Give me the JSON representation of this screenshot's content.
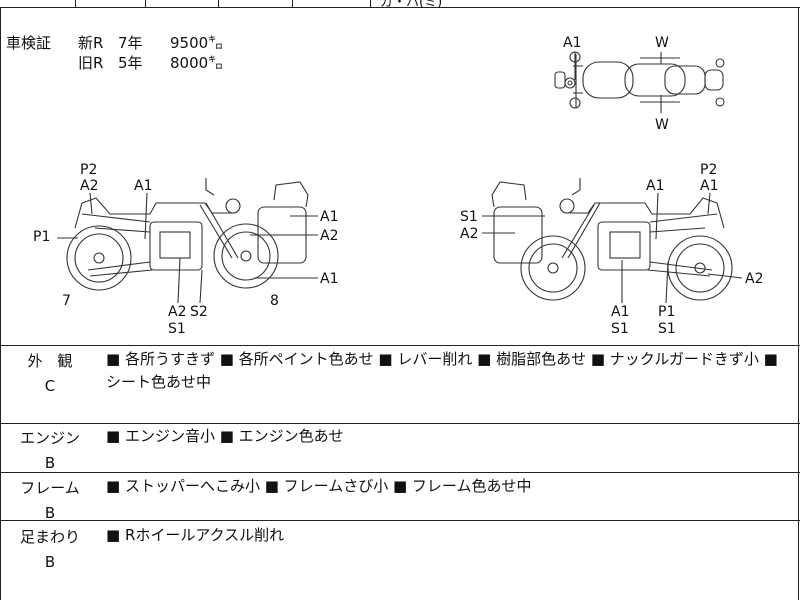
{
  "top_partial_text": "ガ・ハ(ミ)",
  "shaken": {
    "label": "車検証",
    "rows": [
      {
        "type": "新R",
        "years": "7年",
        "price": "9500㌔"
      },
      {
        "type": "旧R",
        "years": "5年",
        "price": "8000㌔"
      }
    ]
  },
  "diagram_labels": {
    "top_view": {
      "a1": "A1",
      "w_top": "W",
      "w_bottom": "W"
    },
    "left_view": {
      "p2": "P2",
      "a2_rear": "A2",
      "a1_tank": "A1",
      "p1": "P1",
      "a1_case_top": "A1",
      "a2_case": "A2",
      "a1_front": "A1",
      "num_rear": "7",
      "num_front": "8",
      "a2_engine": "A2",
      "s2": "S2",
      "s1": "S1"
    },
    "right_view": {
      "p2": "P2",
      "a1_rear": "A1",
      "a1_tank": "A1",
      "s1_case": "S1",
      "a2_case": "A2",
      "a2_rear_wheel": "A2",
      "a1_engine": "A1",
      "s1_engine": "S1",
      "p1": "P1",
      "s1_p1": "S1"
    }
  },
  "sections": [
    {
      "name": "外　観",
      "grade": "C",
      "notes": "■ 各所うすきず ■ 各所ペイント色あせ ■ レバー削れ ■ 樹脂部色あせ ■ ナックルガードきず小 ■ シート色あせ中"
    },
    {
      "name": "エンジン",
      "grade": "B",
      "notes": "■ エンジン音小 ■ エンジン色あせ"
    },
    {
      "name": "フレーム",
      "grade": "B",
      "notes": "■ ストッパーへこみ小 ■ フレームさび小 ■ フレーム色あせ中"
    },
    {
      "name": "足まわり",
      "grade": "B",
      "notes": "■ Rホイールアクスル削れ"
    }
  ]
}
